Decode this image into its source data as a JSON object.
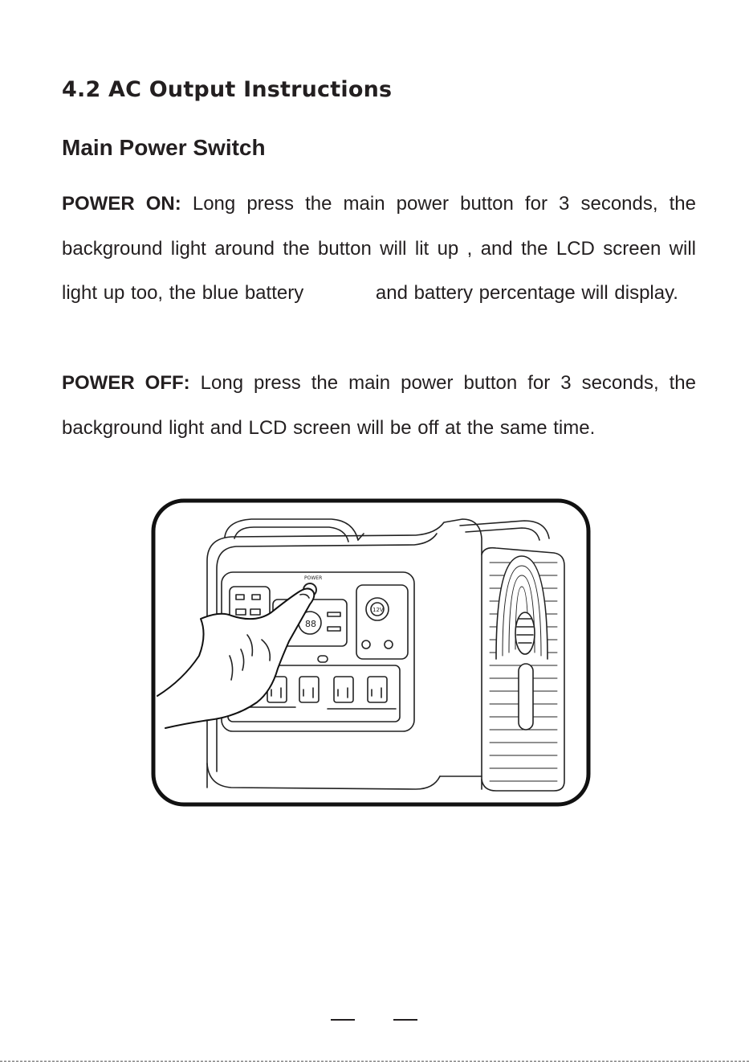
{
  "section": {
    "heading": "4.2 AC Output Instructions",
    "subheading": "Main Power Switch"
  },
  "power_on": {
    "label": "POWER ON:",
    "text_1": "Long press the main power button for",
    "seconds": "3",
    "text_2": "seconds, the background light around the button will lit up , and the LCD screen will light up too, the blue battery",
    "text_3": "and battery percentage will display."
  },
  "power_off": {
    "label": "POWER OFF:",
    "text_1": "Long press the main power button for",
    "seconds": "3",
    "text_2": "seconds, the background light and LCD screen will be off at the same time."
  },
  "figure": {
    "power_label": "POWER",
    "outlet_voltage_label": "12V"
  },
  "page_number": ""
}
